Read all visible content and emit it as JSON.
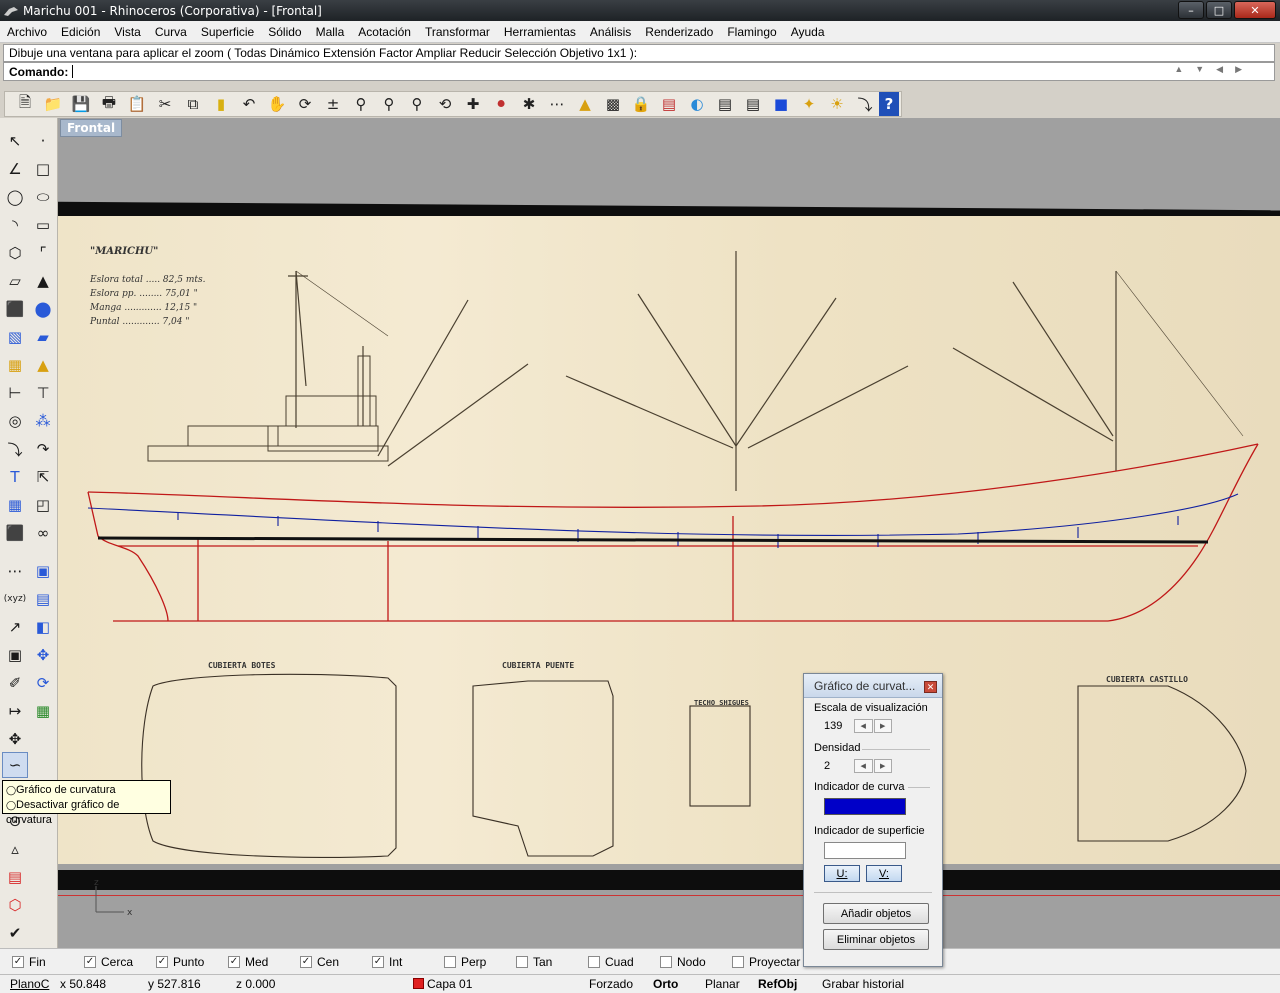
{
  "window": {
    "title": "Marichu 001 - Rhinoceros (Corporativa) - [Frontal]"
  },
  "menu": [
    "Archivo",
    "Edición",
    "Vista",
    "Curva",
    "Superficie",
    "Sólido",
    "Malla",
    "Acotación",
    "Transformar",
    "Herramientas",
    "Análisis",
    "Renderizado",
    "Flamingo",
    "Ayuda"
  ],
  "command": {
    "history": "Dibuje una ventana para aplicar el zoom ( Todas  Dinámico  Extensión  Factor  Ampliar  Reducir  Selección  Objetivo  1x1 ):",
    "label": "Comando:",
    "value": ""
  },
  "viewport": {
    "label": "Frontal"
  },
  "drawing": {
    "title": "\"MARICHU\"",
    "specs": [
      "Eslora total ..... 82,5 mts.",
      "Eslora pp. ........ 75,01 \"",
      "Manga ............. 12,15 \"",
      "Puntal ............. 7,04 \""
    ],
    "deck_labels": [
      "CUBIERTA BOTES",
      "CUBIERTA PUENTE",
      "TECHO SHIGUES",
      "CUBIERTA CASTILLO"
    ]
  },
  "tooltip": {
    "items": [
      "Gráfico de curvatura",
      "Desactivar gráfico de curvatura"
    ]
  },
  "curvature_dialog": {
    "title": "Gráfico de curvat...",
    "scale_label": "Escala de visualización",
    "scale_value": "139",
    "density_label": "Densidad",
    "density_value": "2",
    "curve_indicator_label": "Indicador de curva",
    "curve_color": "#0000c8",
    "surface_indicator_label": "Indicador de superficie",
    "u_label": "U:",
    "v_label": "V:",
    "add_button": "Añadir objetos",
    "remove_button": "Eliminar objetos"
  },
  "osnaps": [
    {
      "label": "Fin",
      "checked": true
    },
    {
      "label": "Cerca",
      "checked": true
    },
    {
      "label": "Punto",
      "checked": true
    },
    {
      "label": "Med",
      "checked": true
    },
    {
      "label": "Cen",
      "checked": true
    },
    {
      "label": "Int",
      "checked": true
    },
    {
      "label": "Perp",
      "checked": false
    },
    {
      "label": "Tan",
      "checked": false
    },
    {
      "label": "Cuad",
      "checked": false
    },
    {
      "label": "Nodo",
      "checked": false
    },
    {
      "label": "Proyectar",
      "checked": false
    }
  ],
  "status": {
    "cplane": "PlanoC",
    "x": "x 50.848",
    "y": "y 527.816",
    "z": "z 0.000",
    "layer": "Capa 01",
    "layer_color": "#e02020",
    "forzado": "Forzado",
    "orto": "Orto",
    "planar": "Planar",
    "refobj": "RefObj",
    "history": "Grabar historial"
  }
}
